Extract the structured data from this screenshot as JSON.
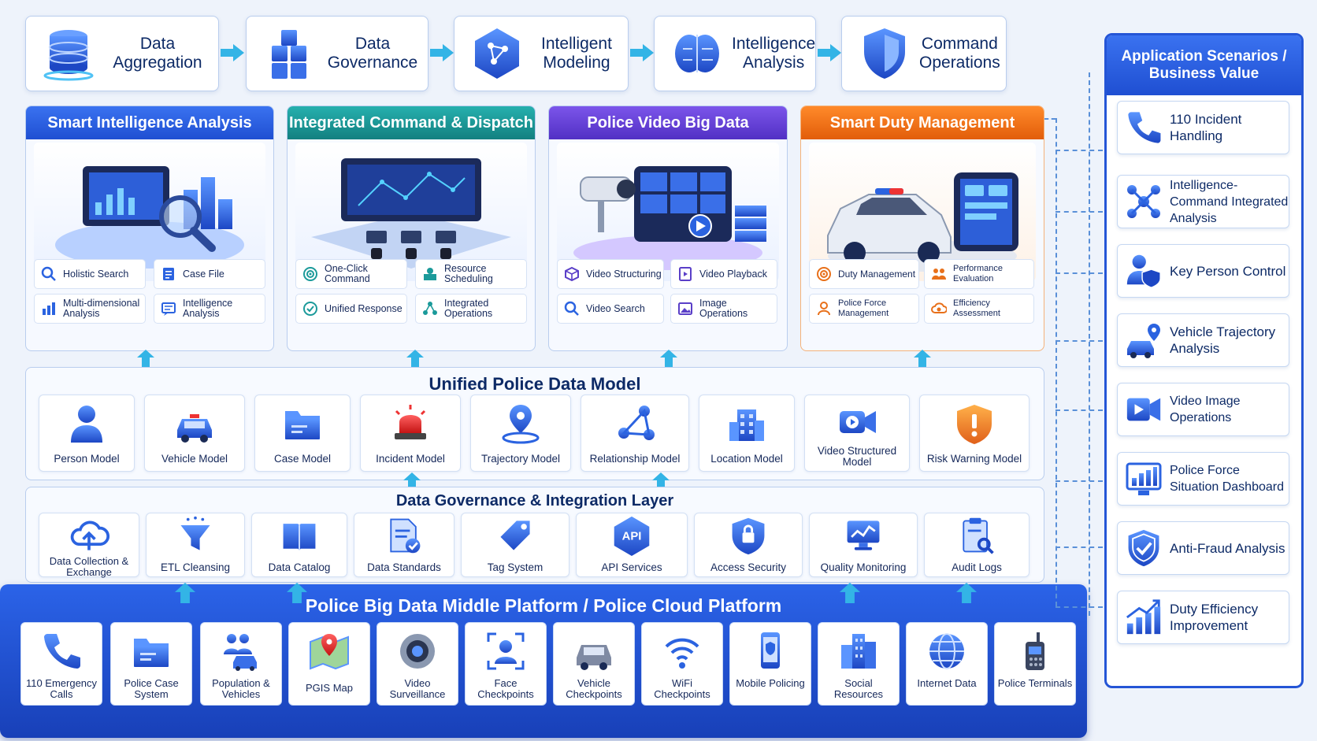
{
  "flow": [
    {
      "label": "Data Aggregation",
      "icon": "database-icon"
    },
    {
      "label": "Data Governance",
      "icon": "cubes-icon"
    },
    {
      "label": "Intelligent Modeling",
      "icon": "network-hexagon-icon"
    },
    {
      "label": "Intelligence Analysis",
      "icon": "brain-icon"
    },
    {
      "label": "Command Operations",
      "icon": "shield-icon"
    }
  ],
  "panels": [
    {
      "title": "Smart Intelligence Analysis",
      "color": "#2b63e0",
      "features": [
        {
          "label": "Holistic Search",
          "icon": "search-icon"
        },
        {
          "label": "Case File",
          "icon": "document-icon"
        },
        {
          "label": "Multi-dimensional Analysis",
          "icon": "bar-chart-icon"
        },
        {
          "label": "Intelligence Analysis",
          "icon": "report-icon"
        }
      ]
    },
    {
      "title": "Integrated Command & Dispatch",
      "color": "#1b9a9a",
      "features": [
        {
          "label": "One-Click Command",
          "icon": "target-icon"
        },
        {
          "label": "Resource Scheduling",
          "icon": "user-grid-icon"
        },
        {
          "label": "Unified Response",
          "icon": "check-circle-icon"
        },
        {
          "label": "Integrated Operations",
          "icon": "network-icon"
        }
      ]
    },
    {
      "title": "Police Video Big Data",
      "color": "#6a3fd8",
      "features": [
        {
          "label": "Video Structuring",
          "icon": "cube-icon"
        },
        {
          "label": "Video Playback",
          "icon": "file-play-icon"
        },
        {
          "label": "Video Search",
          "icon": "search-icon"
        },
        {
          "label": "Image Operations",
          "icon": "image-icon"
        }
      ]
    },
    {
      "title": "Smart Duty Management",
      "color": "#f07214",
      "features": [
        {
          "label": "Duty Management",
          "icon": "target-icon"
        },
        {
          "label": "Performance Evaluation",
          "icon": "team-icon"
        },
        {
          "label": "Police Force Management",
          "icon": "person-icon"
        },
        {
          "label": "Efficiency Assessment",
          "icon": "cloud-gear-icon"
        }
      ]
    }
  ],
  "model": {
    "title": "Unified Police Data Model",
    "items": [
      {
        "label": "Person Model",
        "icon": "person-icon"
      },
      {
        "label": "Vehicle Model",
        "icon": "police-car-icon"
      },
      {
        "label": "Case Model",
        "icon": "folder-icon"
      },
      {
        "label": "Incident Model",
        "icon": "siren-icon"
      },
      {
        "label": "Trajectory Model",
        "icon": "location-pin-icon"
      },
      {
        "label": "Relationship Model",
        "icon": "relationship-icon"
      },
      {
        "label": "Location Model",
        "icon": "building-icon"
      },
      {
        "label": "Video Structured Model",
        "icon": "video-camera-icon"
      },
      {
        "label": "Risk Warning Model",
        "icon": "warning-shield-icon"
      }
    ]
  },
  "governance": {
    "title": "Data Governance & Integration Layer",
    "items": [
      {
        "label": "Data Collection & Exchange",
        "icon": "cloud-upload-icon"
      },
      {
        "label": "ETL Cleansing",
        "icon": "funnel-icon"
      },
      {
        "label": "Data Catalog",
        "icon": "book-icon"
      },
      {
        "label": "Data Standards",
        "icon": "document-check-icon"
      },
      {
        "label": "Tag System",
        "icon": "tag-icon"
      },
      {
        "label": "API Services",
        "icon": "api-icon"
      },
      {
        "label": "Access Security",
        "icon": "lock-shield-icon"
      },
      {
        "label": "Quality Monitoring",
        "icon": "monitor-chart-icon"
      },
      {
        "label": "Audit Logs",
        "icon": "clipboard-search-icon"
      }
    ]
  },
  "platform": {
    "title": "Police Big Data Middle Platform / Police Cloud Platform",
    "items": [
      {
        "label": "110 Emergency Calls",
        "icon": "phone-icon"
      },
      {
        "label": "Police Case System",
        "icon": "folder-icon"
      },
      {
        "label": "Population & Vehicles",
        "icon": "people-car-icon"
      },
      {
        "label": "PGIS Map",
        "icon": "map-icon"
      },
      {
        "label": "Video Surveillance",
        "icon": "dome-camera-icon"
      },
      {
        "label": "Face Checkpoints",
        "icon": "face-scan-icon"
      },
      {
        "label": "Vehicle Checkpoints",
        "icon": "car-icon"
      },
      {
        "label": "WiFi Checkpoints",
        "icon": "wifi-icon"
      },
      {
        "label": "Mobile Policing",
        "icon": "mobile-icon"
      },
      {
        "label": "Social Resources",
        "icon": "city-icon"
      },
      {
        "label": "Internet Data",
        "icon": "globe-icon"
      },
      {
        "label": "Police Terminals",
        "icon": "radio-icon"
      }
    ]
  },
  "scenarios": {
    "title": "Application Scenarios / Business Value",
    "items": [
      {
        "label": "110 Incident Handling",
        "icon": "phone-icon"
      },
      {
        "label": "Intelligence-Command Integrated Analysis",
        "icon": "network-icon"
      },
      {
        "label": "Key Person Control",
        "icon": "person-shield-icon"
      },
      {
        "label": "Vehicle Trajectory Analysis",
        "icon": "car-pin-icon"
      },
      {
        "label": "Video Image Operations",
        "icon": "video-play-icon"
      },
      {
        "label": "Police Force Situation Dashboard",
        "icon": "dashboard-icon"
      },
      {
        "label": "Anti-Fraud Analysis",
        "icon": "shield-check-icon"
      },
      {
        "label": "Duty Efficiency Improvement",
        "icon": "growth-chart-icon"
      }
    ]
  },
  "colors": {
    "primary": "#2455d6",
    "dark_text": "#0d2a66",
    "arrow": "#33b4e6"
  }
}
